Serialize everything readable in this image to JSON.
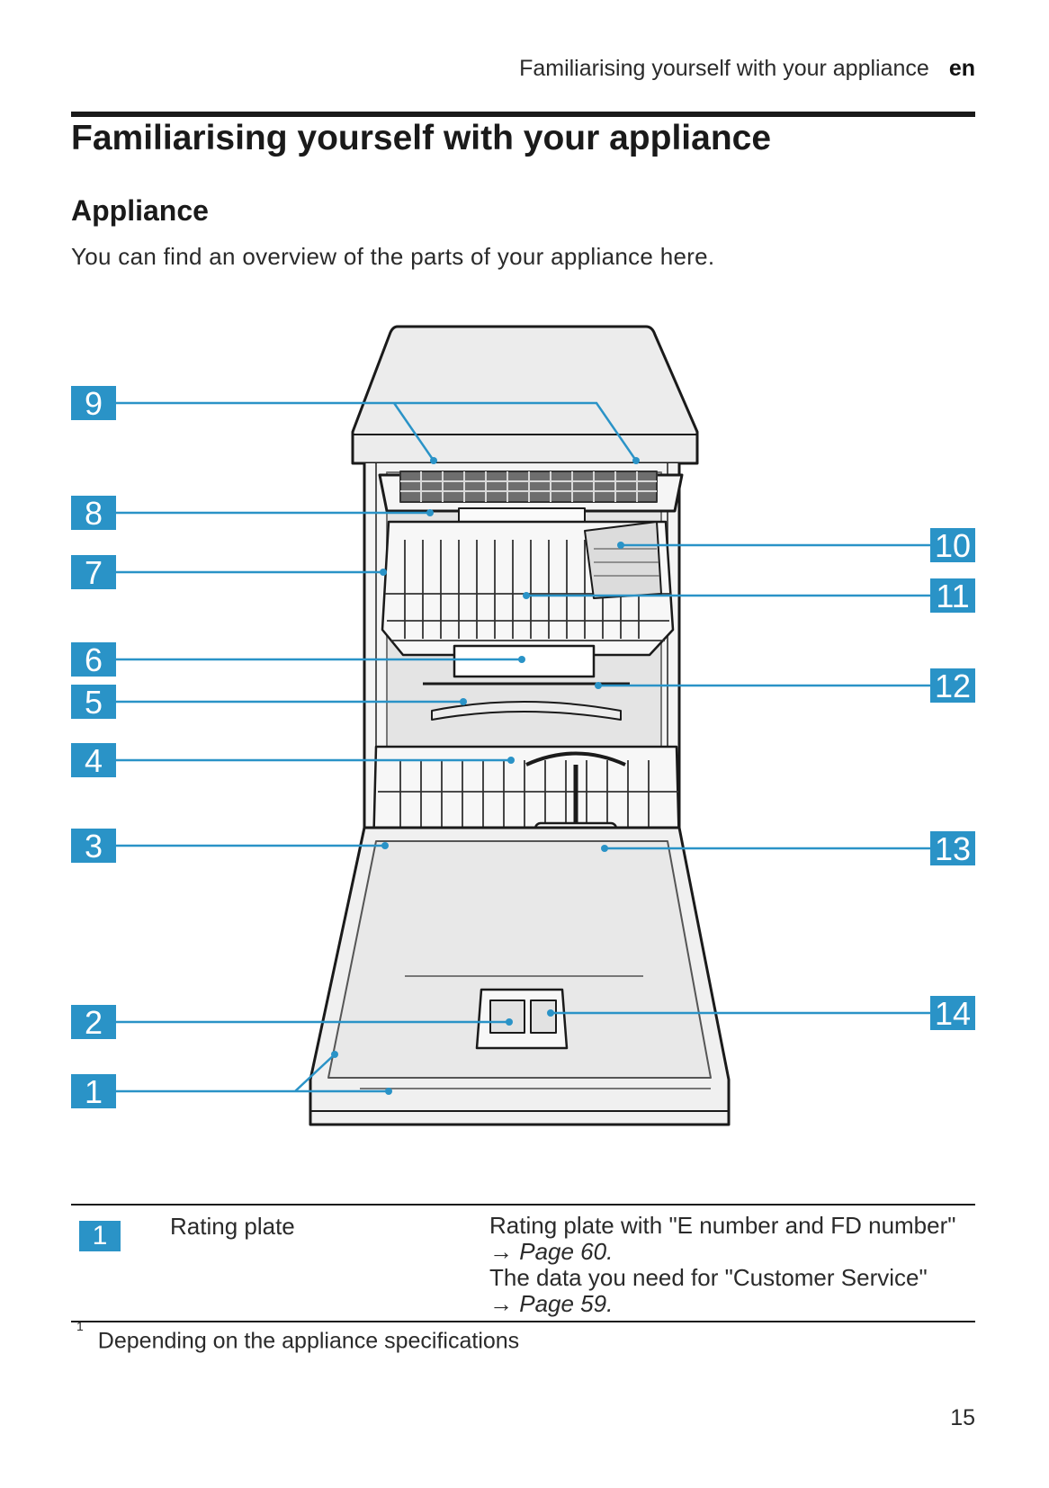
{
  "header": {
    "running_title": "Familiarising yourself with your appliance",
    "language": "en"
  },
  "title": "Familiarising yourself with your appliance",
  "section": {
    "heading": "Appliance",
    "intro": "You can find an overview of the parts of your appliance here."
  },
  "figure": {
    "callouts": [
      {
        "number": "1"
      },
      {
        "number": "2"
      },
      {
        "number": "3"
      },
      {
        "number": "4"
      },
      {
        "number": "5"
      },
      {
        "number": "6"
      },
      {
        "number": "7"
      },
      {
        "number": "8"
      },
      {
        "number": "9"
      },
      {
        "number": "10"
      },
      {
        "number": "11"
      },
      {
        "number": "12"
      },
      {
        "number": "13"
      },
      {
        "number": "14"
      }
    ]
  },
  "legend": [
    {
      "number": "1",
      "name": "Rating plate",
      "description_line1": "Rating plate with \"E number and FD number\"",
      "ref1_arrow": "→",
      "ref1": "Page 60.",
      "description_line2": "The data you need for \"Customer Service\"",
      "ref2_arrow": "→",
      "ref2": "Page 59."
    }
  ],
  "footnote": {
    "marker": "1",
    "text": "Depending on the appliance specifications"
  },
  "page_number": "15",
  "colors": {
    "accent": "#2a93c7",
    "text": "#1a1a1a"
  }
}
